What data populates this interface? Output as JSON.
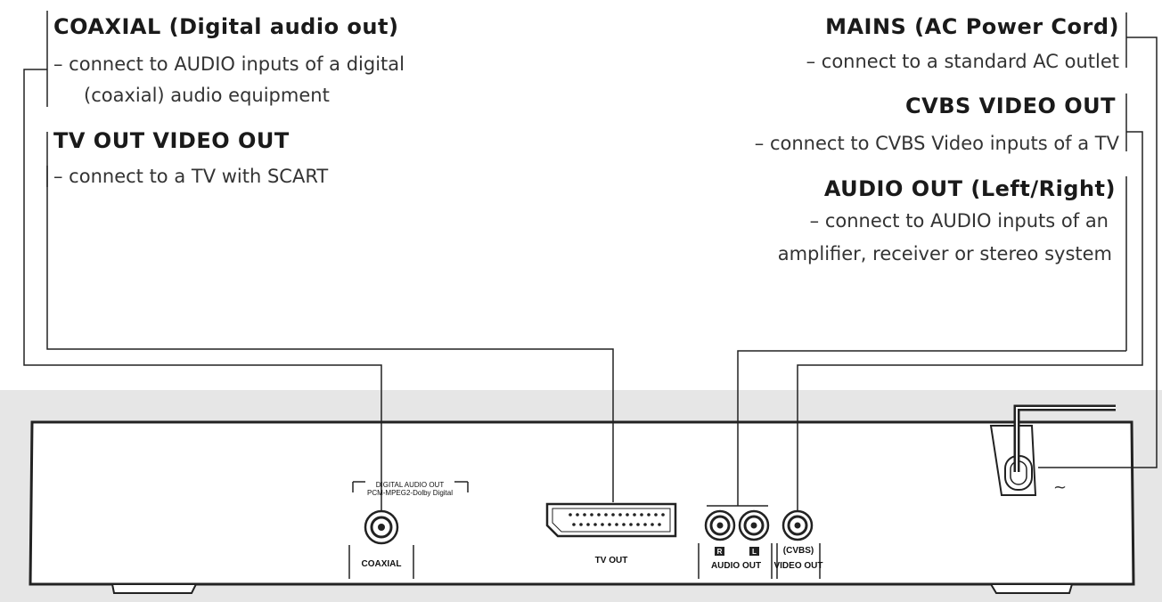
{
  "callouts": {
    "coaxial": {
      "title": "COAXIAL (Digital audio out)",
      "desc_line1": "– connect to AUDIO inputs of a digital",
      "desc_line2": "(coaxial) audio equipment"
    },
    "tv_out": {
      "title": "TV OUT VIDEO OUT",
      "desc_line1": "– connect to a TV with SCART"
    },
    "mains": {
      "title": "MAINS (AC Power Cord)",
      "desc_line1": "– connect to a standard AC outlet"
    },
    "cvbs": {
      "title": "CVBS VIDEO OUT",
      "desc_line1": "– connect to CVBS Video inputs of a TV"
    },
    "audio_out": {
      "title": "AUDIO OUT (Left/Right)",
      "desc_line1": "– connect to AUDIO inputs of an",
      "desc_line2": "amplifier, receiver or stereo system"
    }
  },
  "panel": {
    "digital_audio_out_label": "DIGITAL AUDIO OUT",
    "pcm_label": "PCM-MPEG2-Dolby Digital",
    "coaxial_label": "COAXIAL",
    "tv_out_label": "TV OUT",
    "r_label": "R",
    "l_label": "L",
    "audio_out_label": "AUDIO OUT",
    "cvbs_label": "(CVBS)",
    "video_out_label": "VIDEO OUT",
    "ac_symbol": "~"
  },
  "colors": {
    "background_band": "#e6e6e6",
    "device_body": "#ffffff",
    "line": "#222222"
  }
}
